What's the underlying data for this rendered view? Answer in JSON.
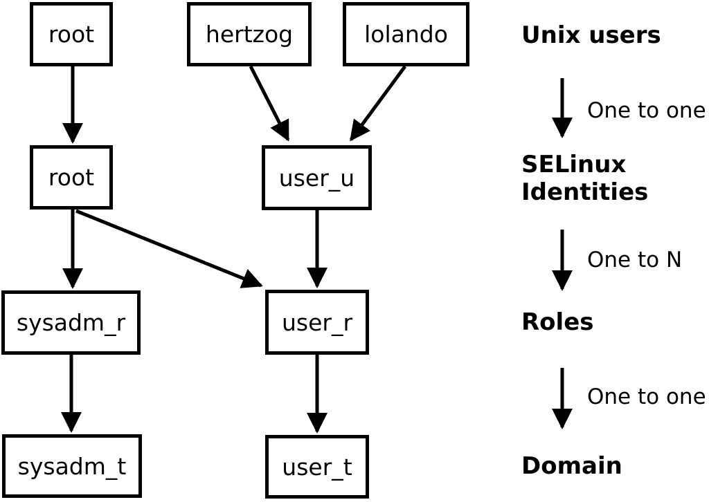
{
  "colors": {
    "line": "#000000",
    "box_border": "#000000",
    "box_fill": "#ffffff",
    "text": "#000000",
    "background": "#ffffff"
  },
  "nodes": {
    "unix_root": "root",
    "unix_hertzog": "hertzog",
    "unix_lolando": "lolando",
    "selinux_root": "root",
    "selinux_user_u": "user_u",
    "role_sysadm_r": "sysadm_r",
    "role_user_r": "user_r",
    "domain_sysadm_t": "sysadm_t",
    "domain_user_t": "user_t"
  },
  "legend": {
    "level1": "Unix users",
    "relation1": "One to one",
    "level2_line1": "SELinux",
    "level2_line2": "Identities",
    "relation2": "One to N",
    "level3": "Roles",
    "relation3": "One to one",
    "level4": "Domain"
  }
}
